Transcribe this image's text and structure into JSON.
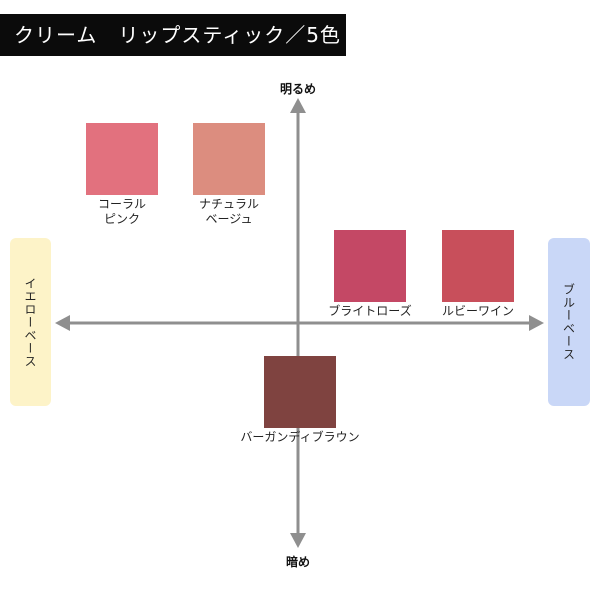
{
  "title": "クリーム　リップスティック／5色",
  "axes": {
    "top": "明るめ",
    "bottom": "暗め",
    "left": "イエローベース",
    "right": "ブルーベース"
  },
  "colors": {
    "title_bg": "#0b0b0b",
    "title_text": "#ffffff",
    "axis": "#8f8f8f",
    "yellow_base_panel": "#fdf3c8",
    "blue_base_panel": "#c9d7f7"
  },
  "swatches": [
    {
      "label": "コーラル\nピンク",
      "color": "#e2717e"
    },
    {
      "label": "ナチュラル\nベージュ",
      "color": "#dc8d7f"
    },
    {
      "label": "ブライトローズ",
      "color": "#c44865"
    },
    {
      "label": "ルビーワイン",
      "color": "#c84f5b"
    },
    {
      "label": "バーガンディブラウン",
      "color": "#7f4340"
    }
  ]
}
